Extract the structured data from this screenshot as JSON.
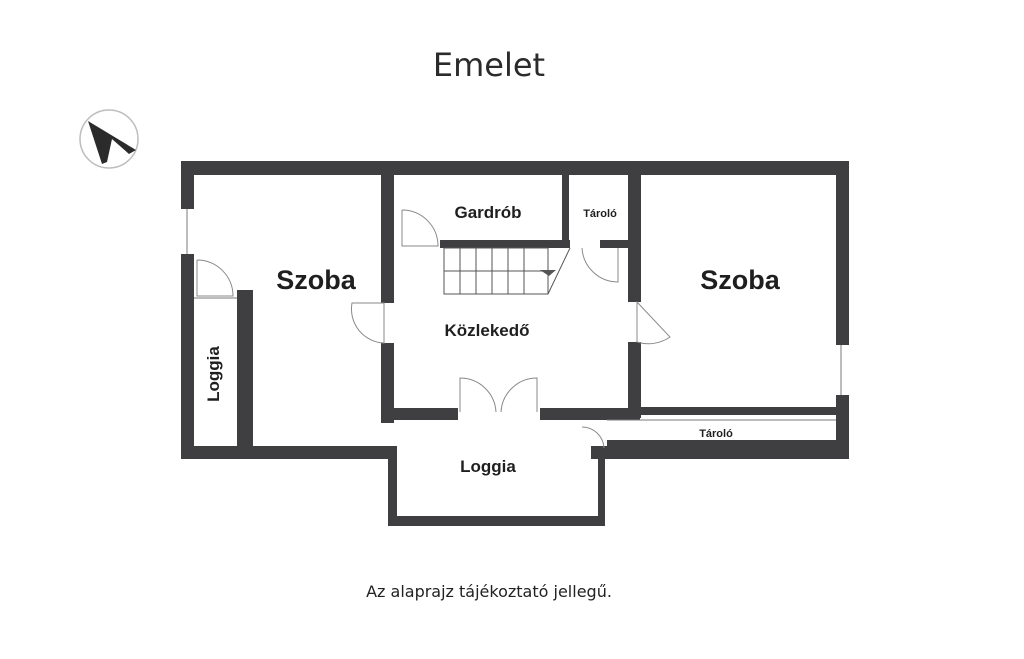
{
  "title": "Emelet",
  "note": "Az alaprajz tájékoztató jellegű.",
  "rooms": {
    "szoba_left": "Szoba",
    "szoba_right": "Szoba",
    "gardrob": "Gardrób",
    "tarolo_top": "Tároló",
    "kozlekedo": "Közlekedő",
    "loggia_left": "Loggia",
    "loggia_bottom": "Loggia",
    "tarolo_bottom": "Tároló"
  },
  "compass": {
    "icon": "north-arrow-icon"
  }
}
